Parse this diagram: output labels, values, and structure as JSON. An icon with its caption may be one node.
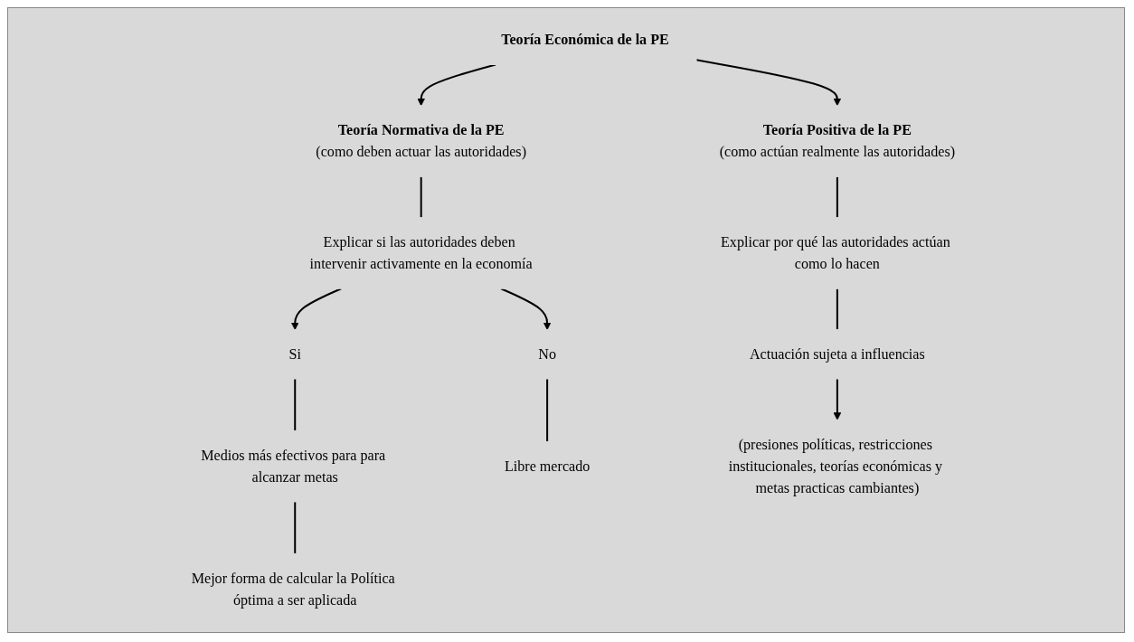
{
  "diagram": {
    "nodes": [
      {
        "text": [
          "Teoría Económica de la PE"
        ]
      },
      {
        "text": [
          "Teoría Normativa de la PE",
          "(como deben actuar las autoridades)"
        ]
      },
      {
        "text": [
          "Teoría Positiva de la PE",
          "(como actúan realmente las autoridades)"
        ]
      },
      {
        "text": [
          "Explicar si las autoridades deben intervenir activamente en la economía"
        ]
      },
      {
        "text": [
          "Explicar por qué las autoridades actúan como lo hacen"
        ]
      },
      {
        "text": [
          "Si"
        ]
      },
      {
        "text": [
          "No"
        ]
      },
      {
        "text": [
          "Medios más efectivos para para alcanzar metas"
        ]
      },
      {
        "text": [
          "Libre mercado"
        ]
      },
      {
        "text": [
          "Mejor forma de calcular la Política óptima a ser aplicada"
        ]
      },
      {
        "text": [
          "Actuación sujeta a influencias"
        ]
      },
      {
        "text": [
          "(presiones políticas, restricciones institucionales, teorías económicas y metas practicas cambiantes)"
        ]
      }
    ],
    "edges": [
      {
        "from": 0,
        "to": 1,
        "arrow": "to"
      },
      {
        "from": 0,
        "to": 2,
        "arrow": "to"
      },
      {
        "from": 1,
        "to": 3,
        "arrow": "none"
      },
      {
        "from": 3,
        "to": 5,
        "arrow": "to"
      },
      {
        "from": 3,
        "to": 6,
        "arrow": "to"
      },
      {
        "from": 5,
        "to": 7,
        "arrow": "none"
      },
      {
        "from": 7,
        "to": 9,
        "arrow": "none"
      },
      {
        "from": 6,
        "to": 8,
        "arrow": "none"
      },
      {
        "from": 2,
        "to": 4,
        "arrow": "none"
      },
      {
        "from": 4,
        "to": 10,
        "arrow": "none"
      },
      {
        "from": 10,
        "to": 11,
        "arrow": "to"
      }
    ]
  }
}
